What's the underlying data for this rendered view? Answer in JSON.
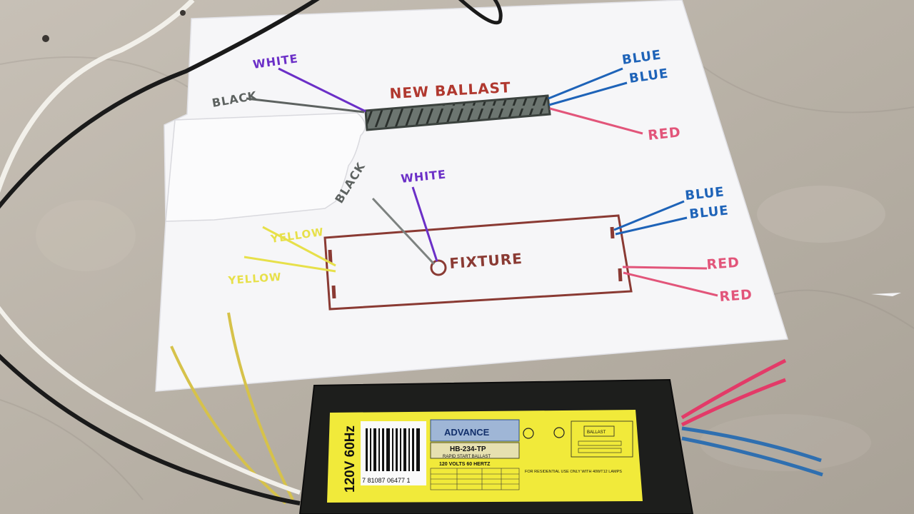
{
  "sketch": {
    "ballast_title": "NEW BALLAST",
    "top_white": "WHITE",
    "top_black": "BLACK",
    "top_blue_1": "BLUE",
    "top_blue_2": "BLUE",
    "top_red": "RED",
    "fixture_label": "FIXTURE",
    "fixture_black": "BLACK",
    "fixture_white": "WHITE",
    "fixture_yellow_1": "YELLOW",
    "fixture_yellow_2": "YELLOW",
    "fixture_blue_1": "BLUE",
    "fixture_blue_2": "BLUE",
    "fixture_red_1": "RED",
    "fixture_red_2": "RED"
  },
  "ballast_label": {
    "voltage_hz": "120V 60Hz",
    "brand": "ADVANCE",
    "model": "HB-234-TP",
    "type": "RAPID START BALLAST",
    "volts_line": "120 VOLTS 60 HERTZ",
    "residential_note": "FOR RESIDENTIAL USE ONLY WITH 40WT12 LAMPS",
    "barcode_number": "7 81087 06477 1",
    "diagram_box": "BALLAST"
  },
  "colors": {
    "floor": "#b9b2a8",
    "paper": "#f6f6f8",
    "purple": "#6b2fc7",
    "blue": "#1e63b8",
    "red": "#e2557a",
    "yellow": "#e7e04a",
    "gray": "#5d6260",
    "brown": "#8a3a33",
    "label_yellow": "#f1ea3a"
  }
}
